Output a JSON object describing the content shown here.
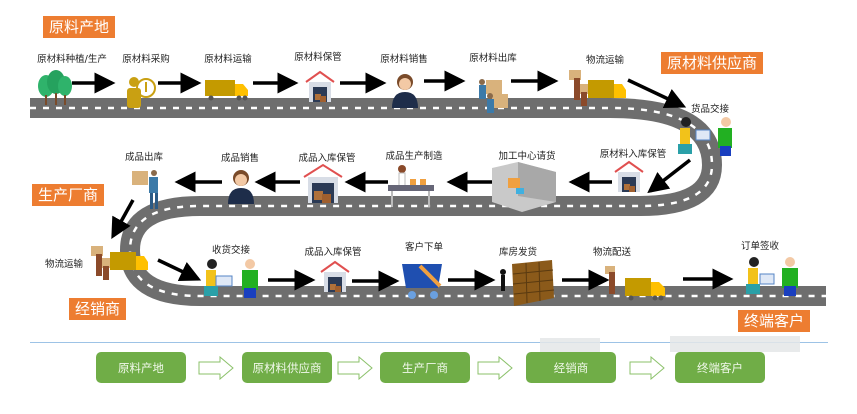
{
  "diagram": {
    "title": "供应链流程图",
    "stage_tags": [
      "原料产地",
      "原材料供应商",
      "生产厂商",
      "经销商",
      "终端客户"
    ],
    "row1_steps": [
      "原材料种植/生产",
      "原材料采购",
      "原材料运输",
      "原材料保管",
      "原材料销售",
      "原材料出库",
      "物流运输"
    ],
    "handover_top": "货品交接",
    "row2_steps": [
      "原材料入库保管",
      "加工中心请货",
      "成品生产制造",
      "成品入库保管",
      "成品销售",
      "成品出库"
    ],
    "left_transport": "物流运输",
    "row3_steps": [
      "收货交接",
      "成品入库保管",
      "客户下单",
      "库房发货",
      "物流配送",
      "订单签收"
    ],
    "summary_flow": [
      "原料产地",
      "原材料供应商",
      "生产厂商",
      "经销商",
      "终端客户"
    ],
    "colors": {
      "tag_orange": "#ED7D31",
      "flow_green": "#70AD47",
      "road_gray": "#6E6E6E",
      "divider_blue": "#9DC3E6"
    }
  }
}
